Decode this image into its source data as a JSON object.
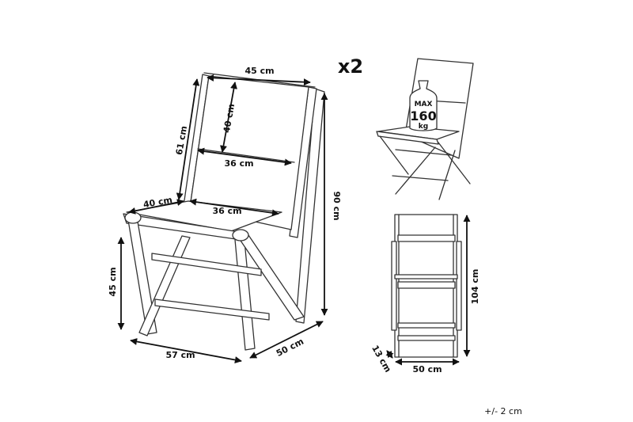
{
  "multiplier": "x2",
  "tolerance": "+/- 2 cm",
  "main_view": {
    "back_width": "45 cm",
    "back_height_inner": "40 cm",
    "back_height": "61 cm",
    "back_inner_width": "36 cm",
    "seat_depth": "40 cm",
    "seat_width": "36 cm",
    "total_height": "90 cm",
    "seat_height": "45 cm",
    "depth": "57 cm",
    "width": "50 cm"
  },
  "load_view": {
    "weight_label_top": "MAX",
    "weight_value": "160",
    "weight_unit": "kg"
  },
  "folded_view": {
    "height": "104  cm",
    "width": "50 cm",
    "thickness": "13 cm"
  }
}
